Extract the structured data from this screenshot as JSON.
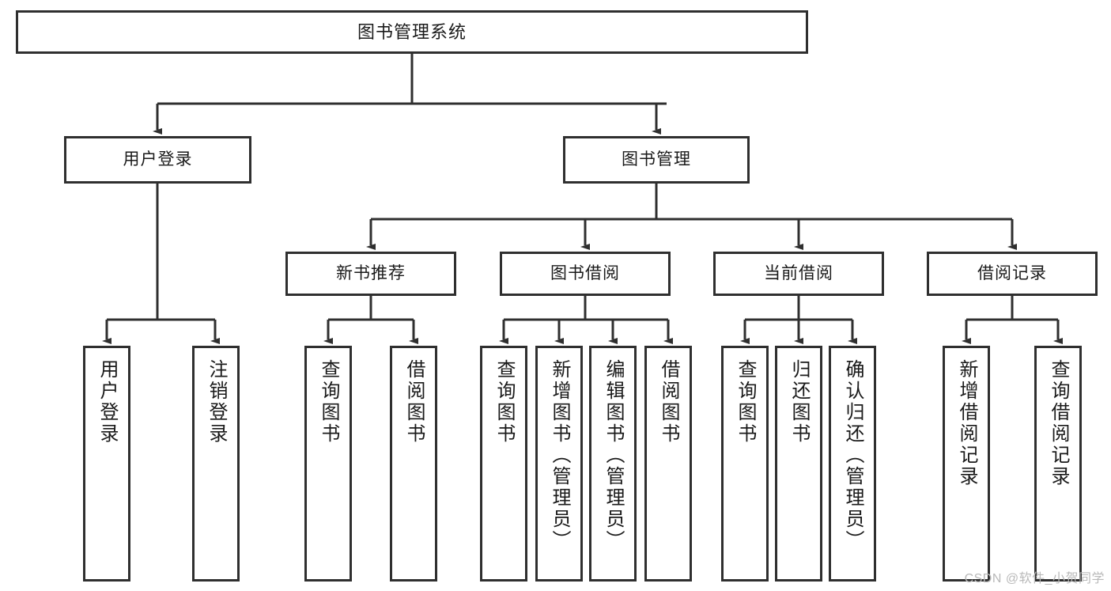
{
  "diagram": {
    "type": "tree-hierarchy-diagram",
    "title": "图书管理系统",
    "style": {
      "box_fill": "#ffffff",
      "box_stroke": "#2f2f2f",
      "connector_stroke": "#2f2f2f",
      "text_color": "#1a1a1a",
      "background": "#ffffff",
      "watermark_color": "#b9b9b9"
    },
    "root": {
      "label": "图书管理系统"
    },
    "level2": [
      {
        "label": "用户登录"
      },
      {
        "label": "图书管理"
      }
    ],
    "level3": [
      {
        "label": "新书推荐"
      },
      {
        "label": "图书借阅"
      },
      {
        "label": "当前借阅"
      },
      {
        "label": "借阅记录"
      }
    ],
    "leaves": {
      "user_login": [
        {
          "label": "用户登录"
        },
        {
          "label": "注销登录"
        }
      ],
      "new_book": [
        {
          "label": "查询图书"
        },
        {
          "label": "借阅图书"
        }
      ],
      "book_borrow": [
        {
          "label": "查询图书"
        },
        {
          "label": "新增图书（管理员）"
        },
        {
          "label": "编辑图书（管理员）"
        },
        {
          "label": "借阅图书"
        }
      ],
      "current_borrow": [
        {
          "label": "查询图书"
        },
        {
          "label": "归还图书"
        },
        {
          "label": "确认归还（管理员）"
        }
      ],
      "borrow_record": [
        {
          "label": "新增借阅记录"
        },
        {
          "label": "查询借阅记录"
        }
      ]
    }
  },
  "watermark": {
    "text": "CSDN @软件_小贺同学"
  }
}
